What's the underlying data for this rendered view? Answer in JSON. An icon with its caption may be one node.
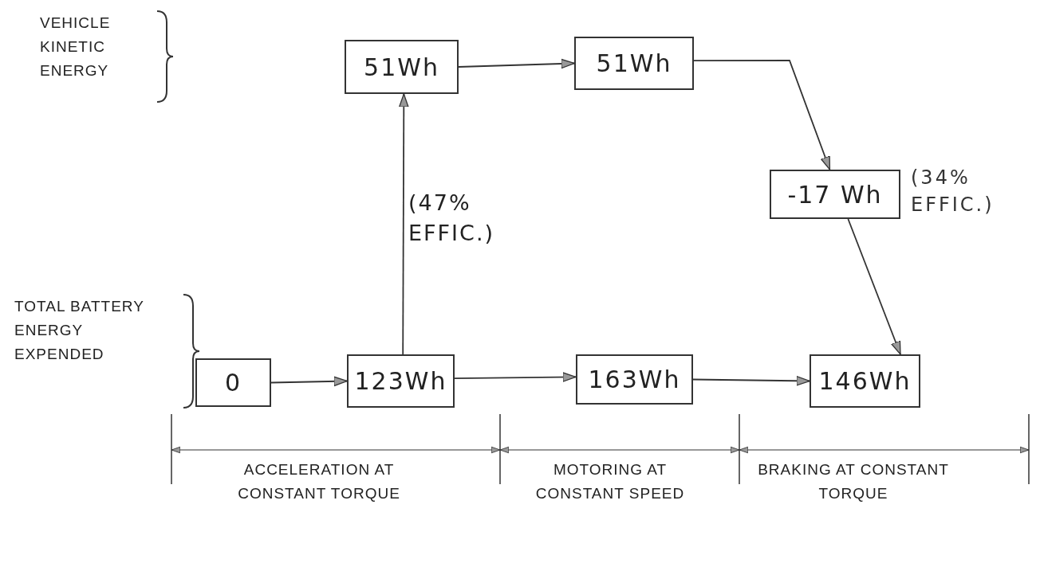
{
  "diagram": {
    "nodes": [
      {
        "text": [
          "51Wh"
        ]
      },
      {
        "text": [
          "51Wh"
        ]
      },
      {
        "text": [
          "-17 Wh"
        ],
        "beside": [
          "(34% EFFIC.)"
        ]
      },
      {
        "text": [
          "0"
        ]
      },
      {
        "text": [
          "123Wh"
        ]
      },
      {
        "text": [
          "163Wh"
        ]
      },
      {
        "text": [
          "146Wh"
        ]
      }
    ],
    "edges": [
      {
        "from": 4,
        "to": 0,
        "arrow": "to",
        "label": "(47% EFFIC.)"
      },
      {
        "from": 0,
        "to": 1,
        "arrow": "to"
      },
      {
        "from": 1,
        "to": 2,
        "arrow": "to"
      },
      {
        "from": 2,
        "to": 6,
        "arrow": "to"
      },
      {
        "from": 3,
        "to": 4,
        "arrow": "to"
      },
      {
        "from": 4,
        "to": 5,
        "arrow": "to"
      },
      {
        "from": 5,
        "to": 6,
        "arrow": "to"
      }
    ],
    "labels": [
      "VEHICLE KINETIC ENERGY",
      "TOTAL BATTERY ENERGY EXPENDED",
      "ACCELERATION AT CONSTANT TORQUE",
      "MOTORING AT CONSTANT SPEED",
      "BRAKING AT CONSTANT TORQUE"
    ]
  }
}
